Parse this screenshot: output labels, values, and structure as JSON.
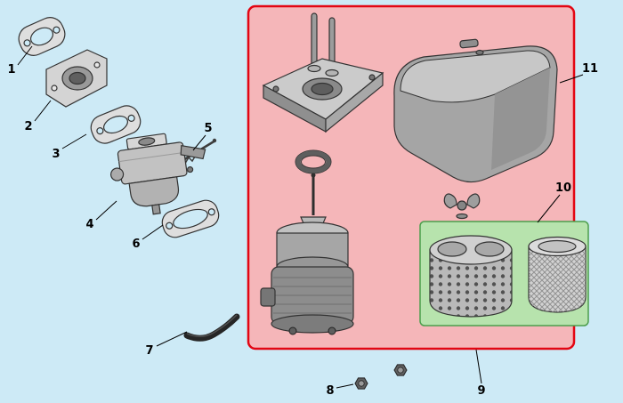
{
  "colors": {
    "background": "#cdeaf6",
    "assembly_box_fill": "#f5b6b9",
    "assembly_box_border": "#e30613",
    "filter_box_fill": "#b7e3ad",
    "filter_box_border": "#4d9e4d"
  },
  "labels": [
    "1",
    "2",
    "3",
    "4",
    "5",
    "6",
    "7",
    "8",
    "9",
    "10",
    "11"
  ]
}
